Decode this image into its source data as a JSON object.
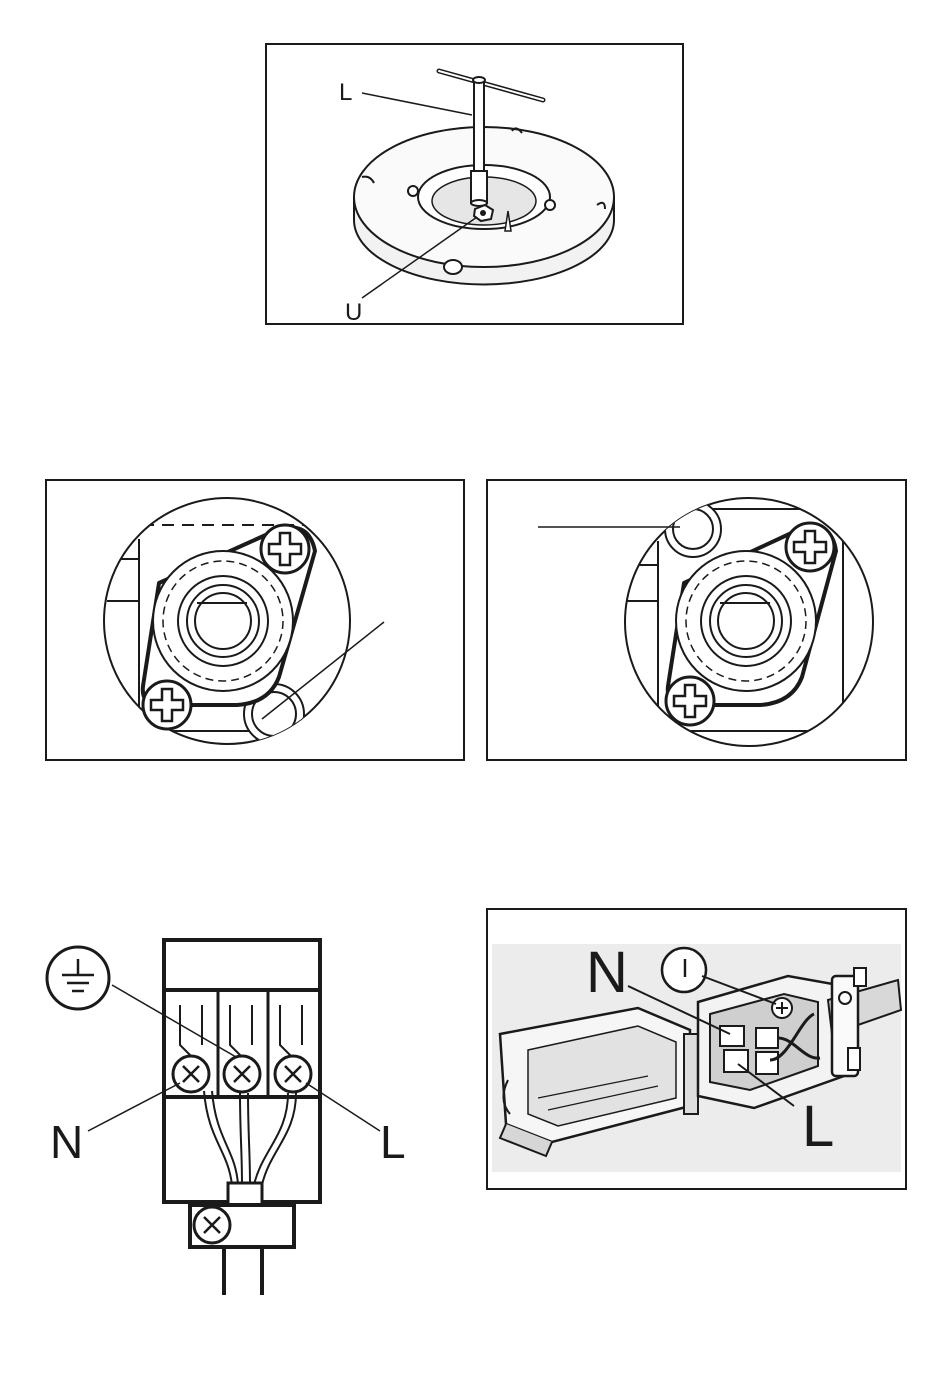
{
  "figure1": {
    "label_tool": "L",
    "label_screw": "U"
  },
  "figure4": {
    "label_neutral": "N",
    "label_live": "L"
  },
  "figure5": {
    "label_neutral": "N",
    "label_live": "L",
    "label_earth_circle": "I"
  },
  "colors": {
    "ink": "#1a1a1a",
    "paper": "#ffffff",
    "shade": "#d9d9d9",
    "photo_bg": "#e8e8e8"
  }
}
